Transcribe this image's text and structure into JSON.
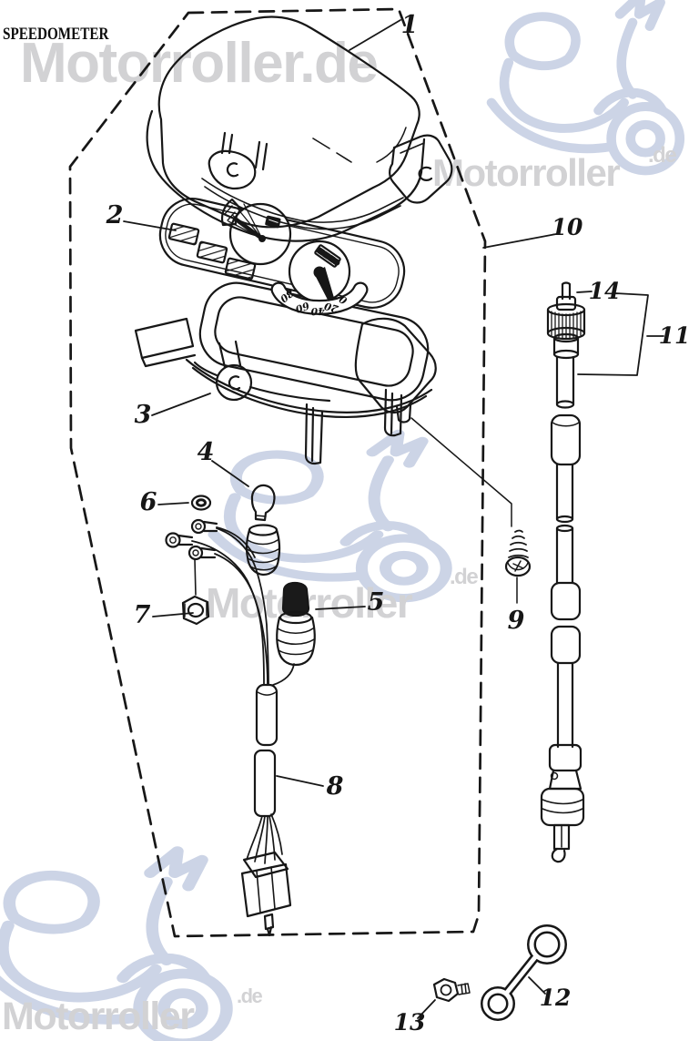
{
  "page": {
    "heading": "SPEEDOMETER"
  },
  "watermark": {
    "brand": "Motorroller",
    "suffix": ".de",
    "brand_full": "Motorroller.de",
    "text_color": "#d2d2d4",
    "logo_color": "#ccd4e6"
  },
  "diagram": {
    "ink_color": "#171717",
    "callouts": [
      "1",
      "2",
      "3",
      "4",
      "5",
      "6",
      "7",
      "8",
      "9",
      "10",
      "11",
      "12",
      "13",
      "14"
    ],
    "speedometer_scale": [
      "0",
      "20",
      "40",
      "60",
      "80"
    ]
  }
}
